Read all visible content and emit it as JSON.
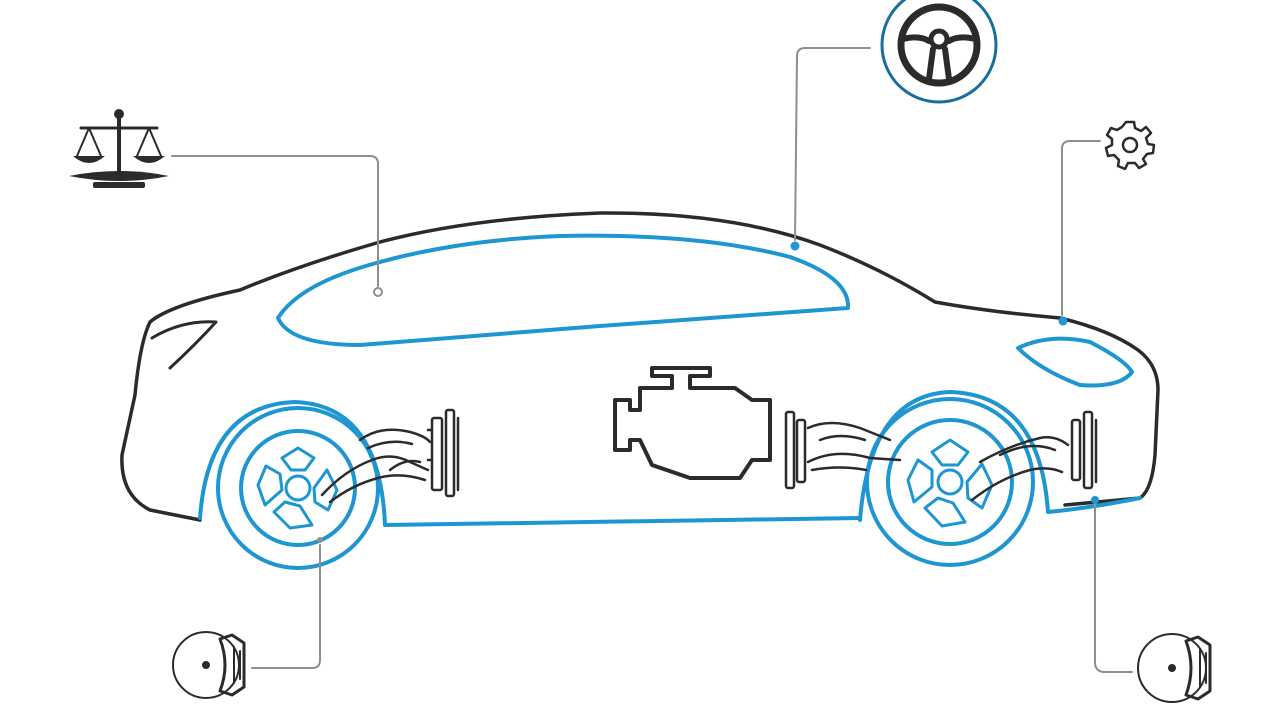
{
  "colors": {
    "outline": "#2b2b2b",
    "accent": "#1e96d2",
    "leader": "#8f8f8f",
    "background": "#ffffff"
  },
  "car": {
    "icon": "car-body-outline",
    "parts": [
      "window",
      "headlight",
      "front-wheel",
      "rear-wheel",
      "engine",
      "front-suspension",
      "rear-suspension"
    ]
  },
  "callouts": [
    {
      "id": "legal",
      "icon": "scales-icon"
    },
    {
      "id": "steering",
      "icon": "steering-wheel-icon"
    },
    {
      "id": "mechanics",
      "icon": "gear-icon"
    },
    {
      "id": "front-brake",
      "icon": "disc-brake-icon"
    },
    {
      "id": "rear-brake",
      "icon": "disc-brake-icon"
    }
  ]
}
